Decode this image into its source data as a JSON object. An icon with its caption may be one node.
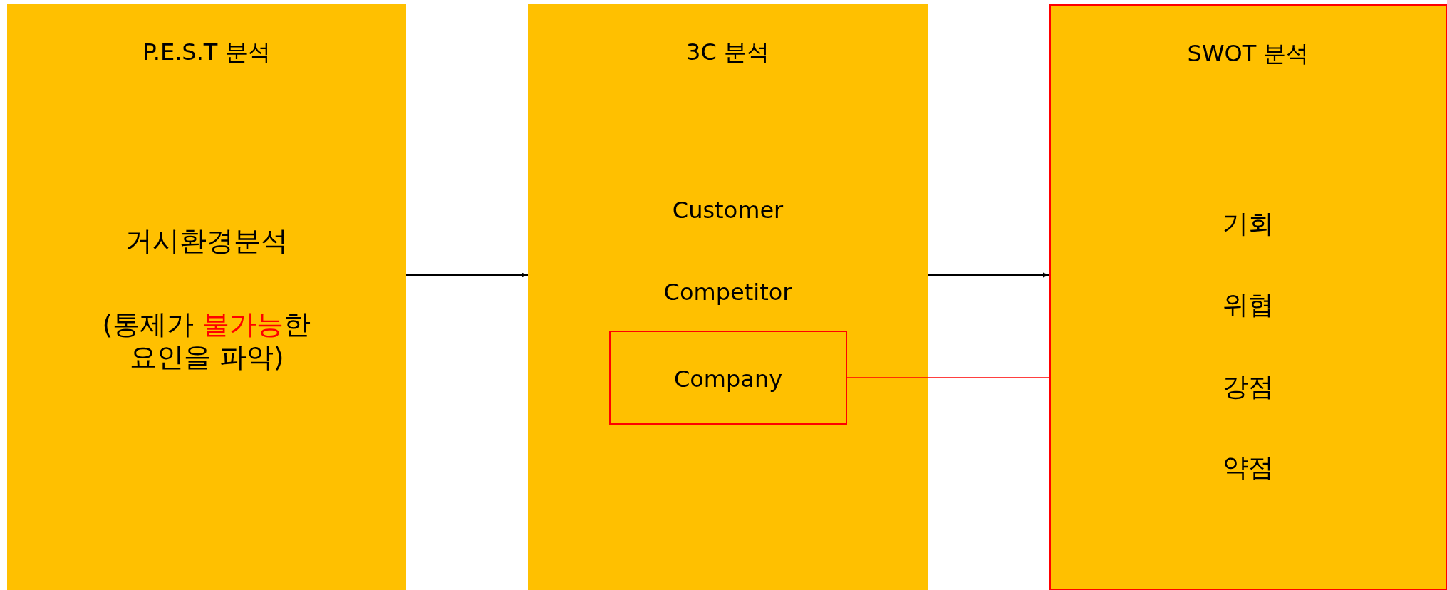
{
  "diagram": {
    "nodes": [
      {
        "text": [
          "P.E.S.T 분석",
          "거시환경분석",
          "(통제가 **불가능**한 요인을 파악)"
        ]
      },
      {
        "text": [
          "3C 분석",
          "Customer",
          "Competitor"
        ]
      },
      {
        "text": [
          "Company"
        ],
        "in": 1
      },
      {
        "text": [
          "SWOT 분석",
          "기회",
          "위협",
          "강점",
          "약점"
        ]
      }
    ],
    "edges": [
      {
        "from": 0,
        "to": 1,
        "arrow": "to"
      },
      {
        "from": 1,
        "to": 3,
        "arrow": "to"
      },
      {
        "from": 2,
        "to": 3,
        "arrow": "none",
        "color": "#ff0000"
      }
    ]
  }
}
